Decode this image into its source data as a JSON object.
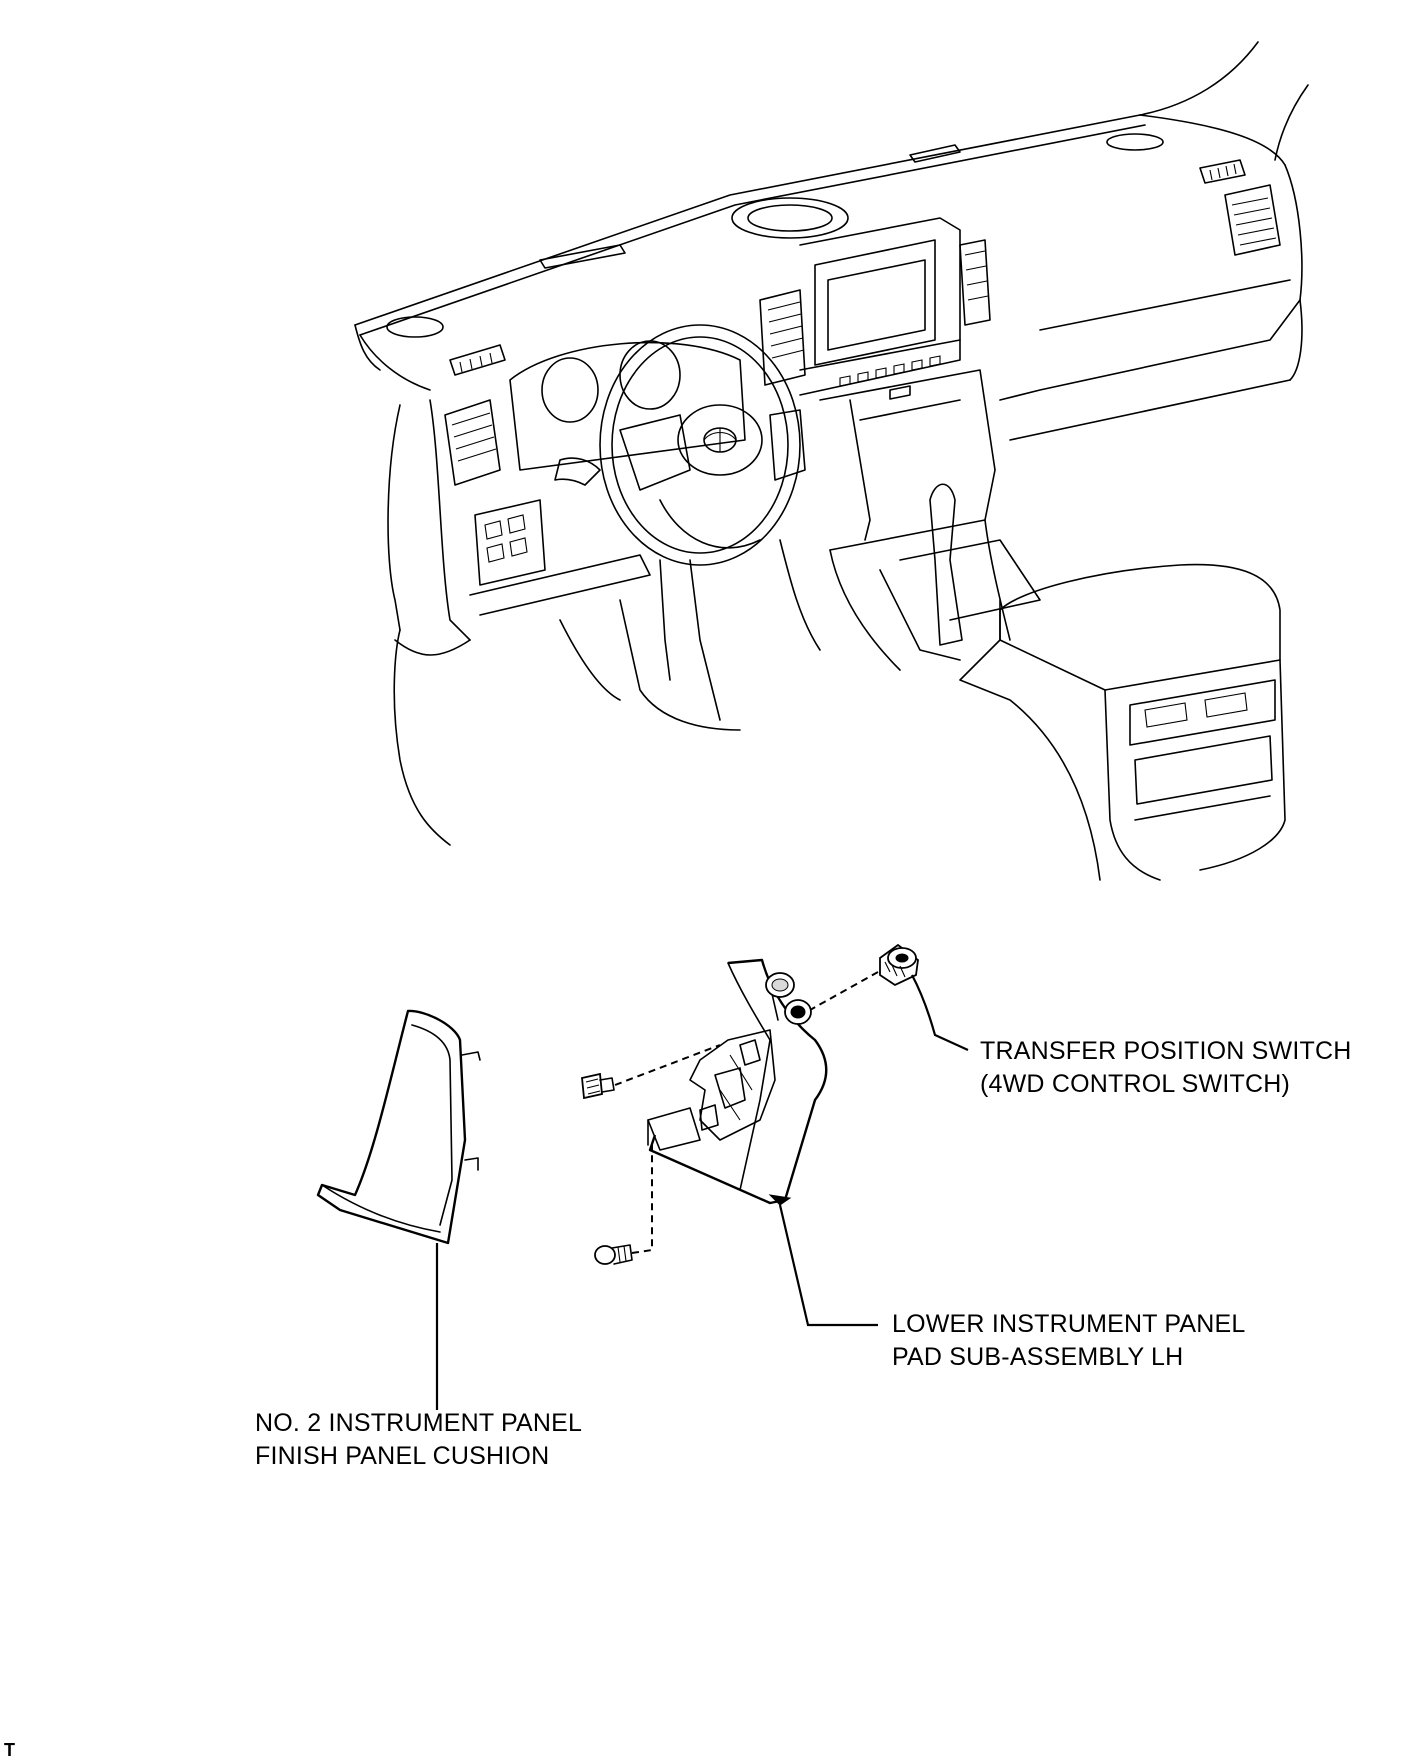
{
  "labels": {
    "transfer_switch": [
      "TRANSFER POSITION SWITCH",
      "(4WD CONTROL SWITCH)"
    ],
    "lower_panel_pad": [
      "LOWER INSTRUMENT PANEL",
      "PAD SUB-ASSEMBLY LH"
    ],
    "finish_panel_cushion": [
      "NO. 2 INSTRUMENT PANEL",
      "FINISH PANEL CUSHION"
    ]
  },
  "page_mark": "T"
}
